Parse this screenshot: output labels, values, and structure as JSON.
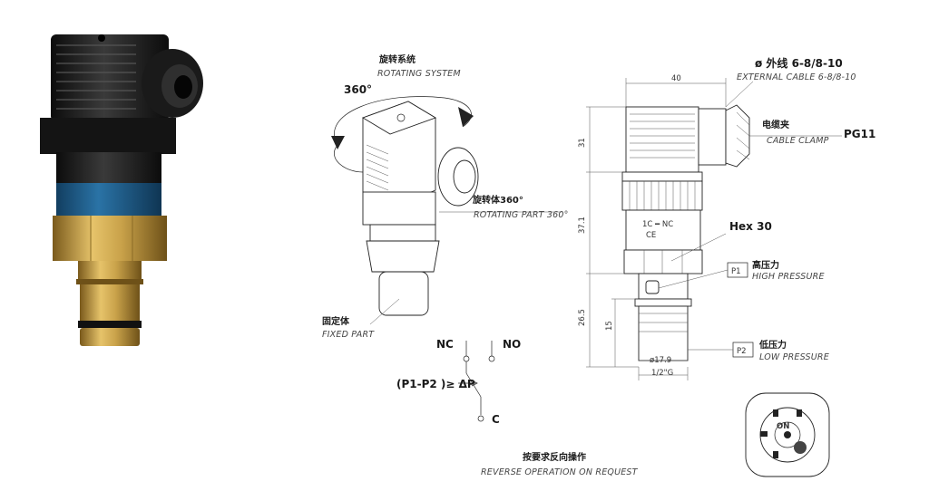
{
  "labels": {
    "rotating_system_cn": "旋转系统",
    "rotating_system_en": "ROTATING SYSTEM",
    "deg_360": "360°",
    "rotating_part_cn": "旋转体360°",
    "rotating_part_en": "ROTATING PART 360°",
    "fixed_part_cn": "固定体",
    "fixed_part_en": "FIXED PART",
    "external_cable_cn": "ø 外线 6-8/8-10",
    "external_cable_en": "EXTERNAL CABLE 6-8/8-10",
    "cable_clamp_cn": "电缆夹",
    "cable_clamp_en": "CABLE CLAMP",
    "pg11": "PG11",
    "hex30": "Hex 30",
    "p1": "P1",
    "high_pressure_cn": "高压力",
    "high_pressure_en": "HIGH PRESSURE",
    "p2": "P2",
    "low_pressure_cn": "低压力",
    "low_pressure_en": "LOW PRESSURE",
    "nc": "NC",
    "no": "NO",
    "c": "C",
    "formula": "(P1-P2 )≥ ΔP",
    "reverse_cn": "按要求反向操作",
    "reverse_en": "REVERSE OPERATION ON REQUEST",
    "on": "ON"
  },
  "dimensions": {
    "width_40": "40",
    "h_31": "31",
    "h_37_1": "37.1",
    "h_26_5": "26.5",
    "h_15": "15",
    "dia_17_9": "ø17.9",
    "thread": "1/2\"G"
  },
  "colors": {
    "connector_black": "#1c1c1c",
    "sleeve_blue": "#1f5e8c",
    "brass": "#c9a24a",
    "brass_dark": "#8a6a25",
    "oring": "#111111"
  }
}
